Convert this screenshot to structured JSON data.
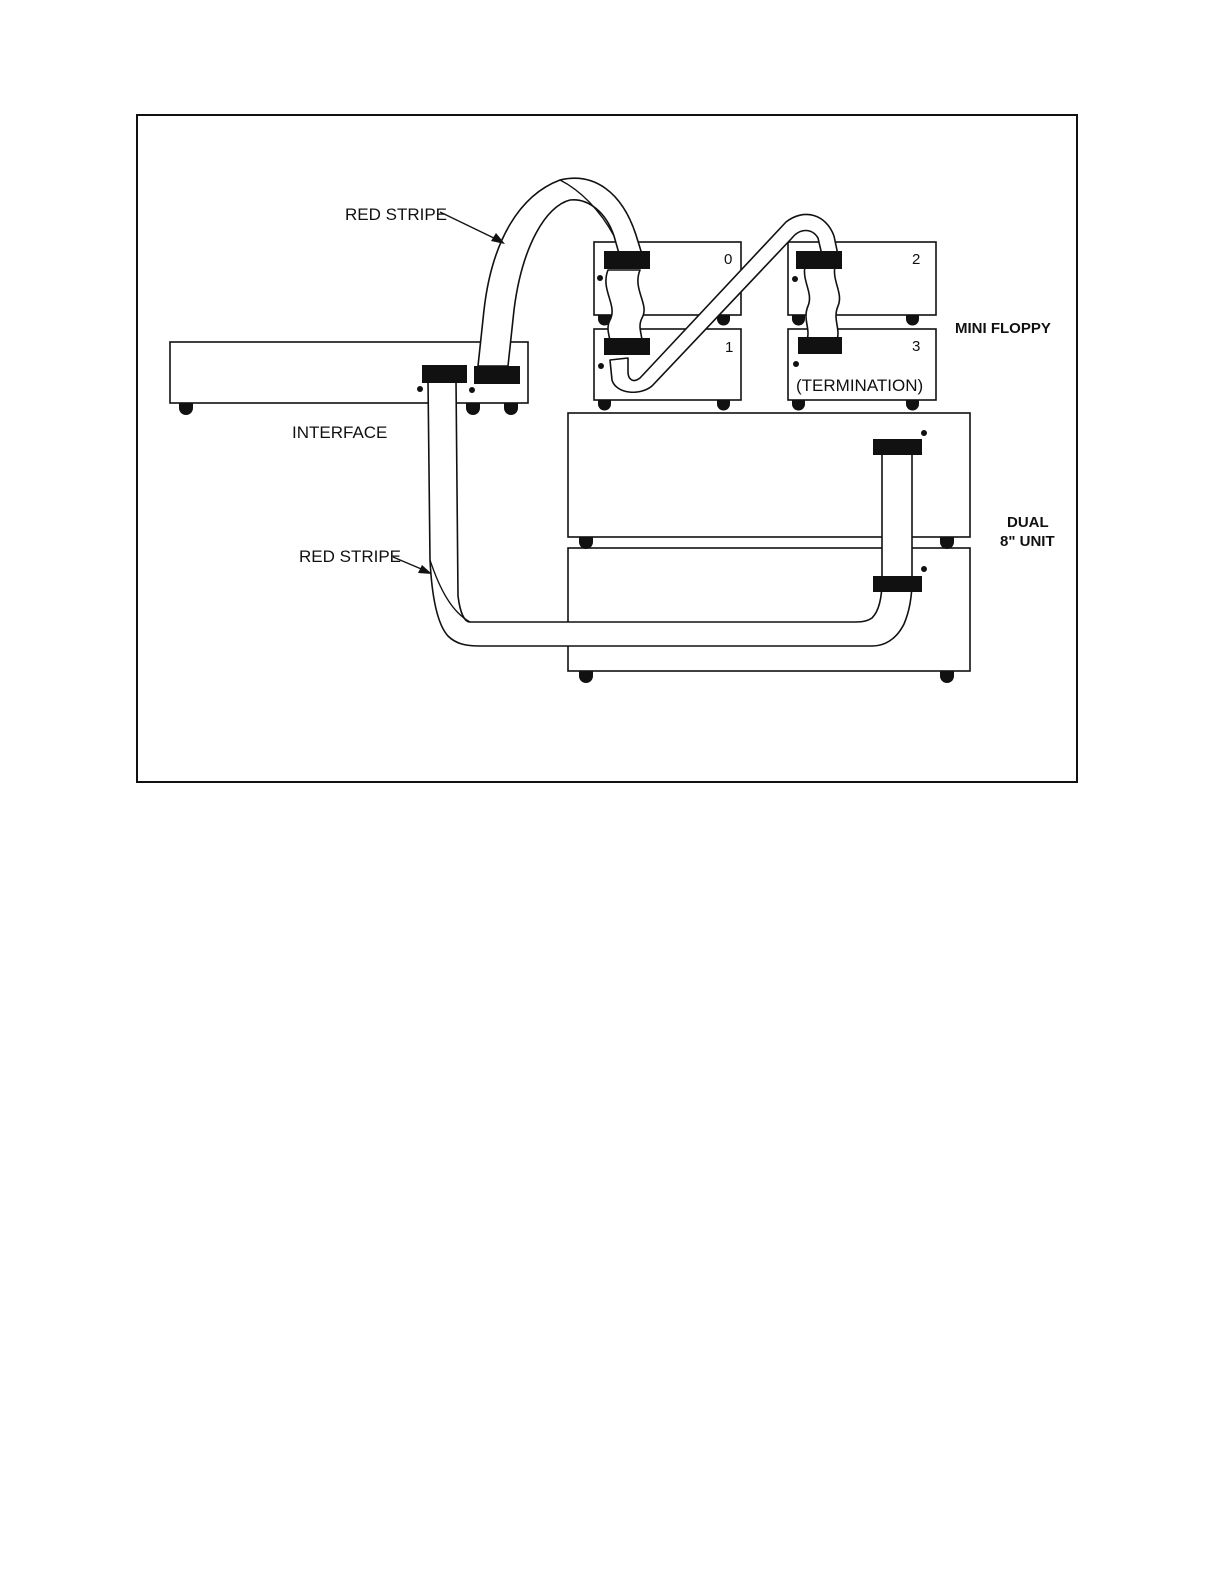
{
  "labels": {
    "red_stripe_top": "RED STRIPE",
    "red_stripe_bottom": "RED STRIPE",
    "interface": "INTERFACE",
    "mini_floppy": "MINI FLOPPY",
    "termination": "(TERMINATION)",
    "dual_line1": "DUAL",
    "dual_line2": "8\" UNIT"
  },
  "drives": {
    "mini0": "0",
    "mini1": "1",
    "mini2": "2",
    "mini3": "3"
  }
}
